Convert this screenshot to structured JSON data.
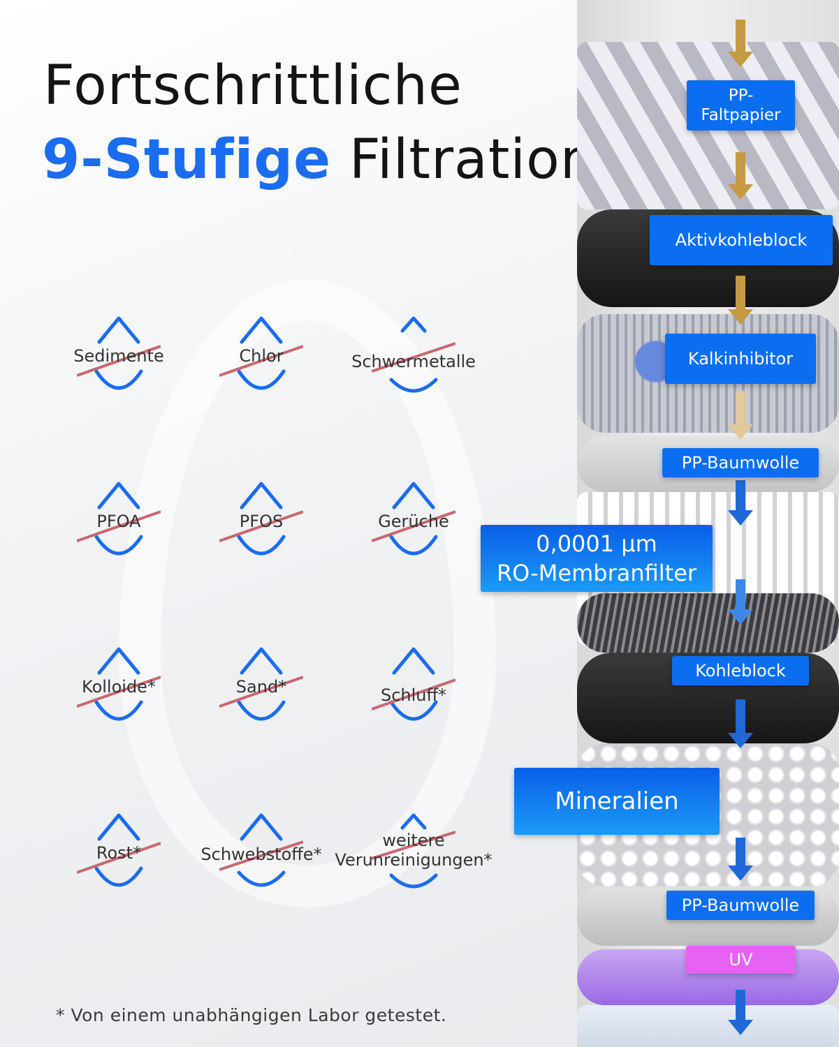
{
  "heading": {
    "line1": "Fortschrittliche",
    "accent": "9-Stufige",
    "rest": "Filtration"
  },
  "contaminants": [
    {
      "label": "Sedimente"
    },
    {
      "label": "Chlor"
    },
    {
      "label": "Schwermetalle"
    },
    {
      "label": "PFOA"
    },
    {
      "label": "PFOS"
    },
    {
      "label": "Gerüche"
    },
    {
      "label": "Kolloide*"
    },
    {
      "label": "Sand*"
    },
    {
      "label": "Schluff*"
    },
    {
      "label": "Rost*"
    },
    {
      "label": "Schwebstoffe*"
    },
    {
      "label_line1": "weitere",
      "label_line2": "Verunreinigungen*"
    }
  ],
  "stages": [
    {
      "line1": "PP-",
      "line2": "Faltpapier"
    },
    {
      "label": "Aktivkohleblock"
    },
    {
      "label": "Kalkinhibitor"
    },
    {
      "label": "PP-Baumwolle"
    },
    {
      "line1": "0,0001 μm",
      "line2": "RO-Membranfilter"
    },
    {
      "label": "Kohleblock"
    },
    {
      "label": "Mineralien"
    },
    {
      "label": "PP-Baumwolle"
    },
    {
      "label": "UV"
    }
  ],
  "colors": {
    "accent": "#1a6cf0",
    "stage_box": "#0b6ef0",
    "uv_box": "#e563f2",
    "strike": "#c9676f",
    "drop_icon": "#1a6cf0"
  },
  "footnote": "* Von einem unabhängigen Labor getestet."
}
